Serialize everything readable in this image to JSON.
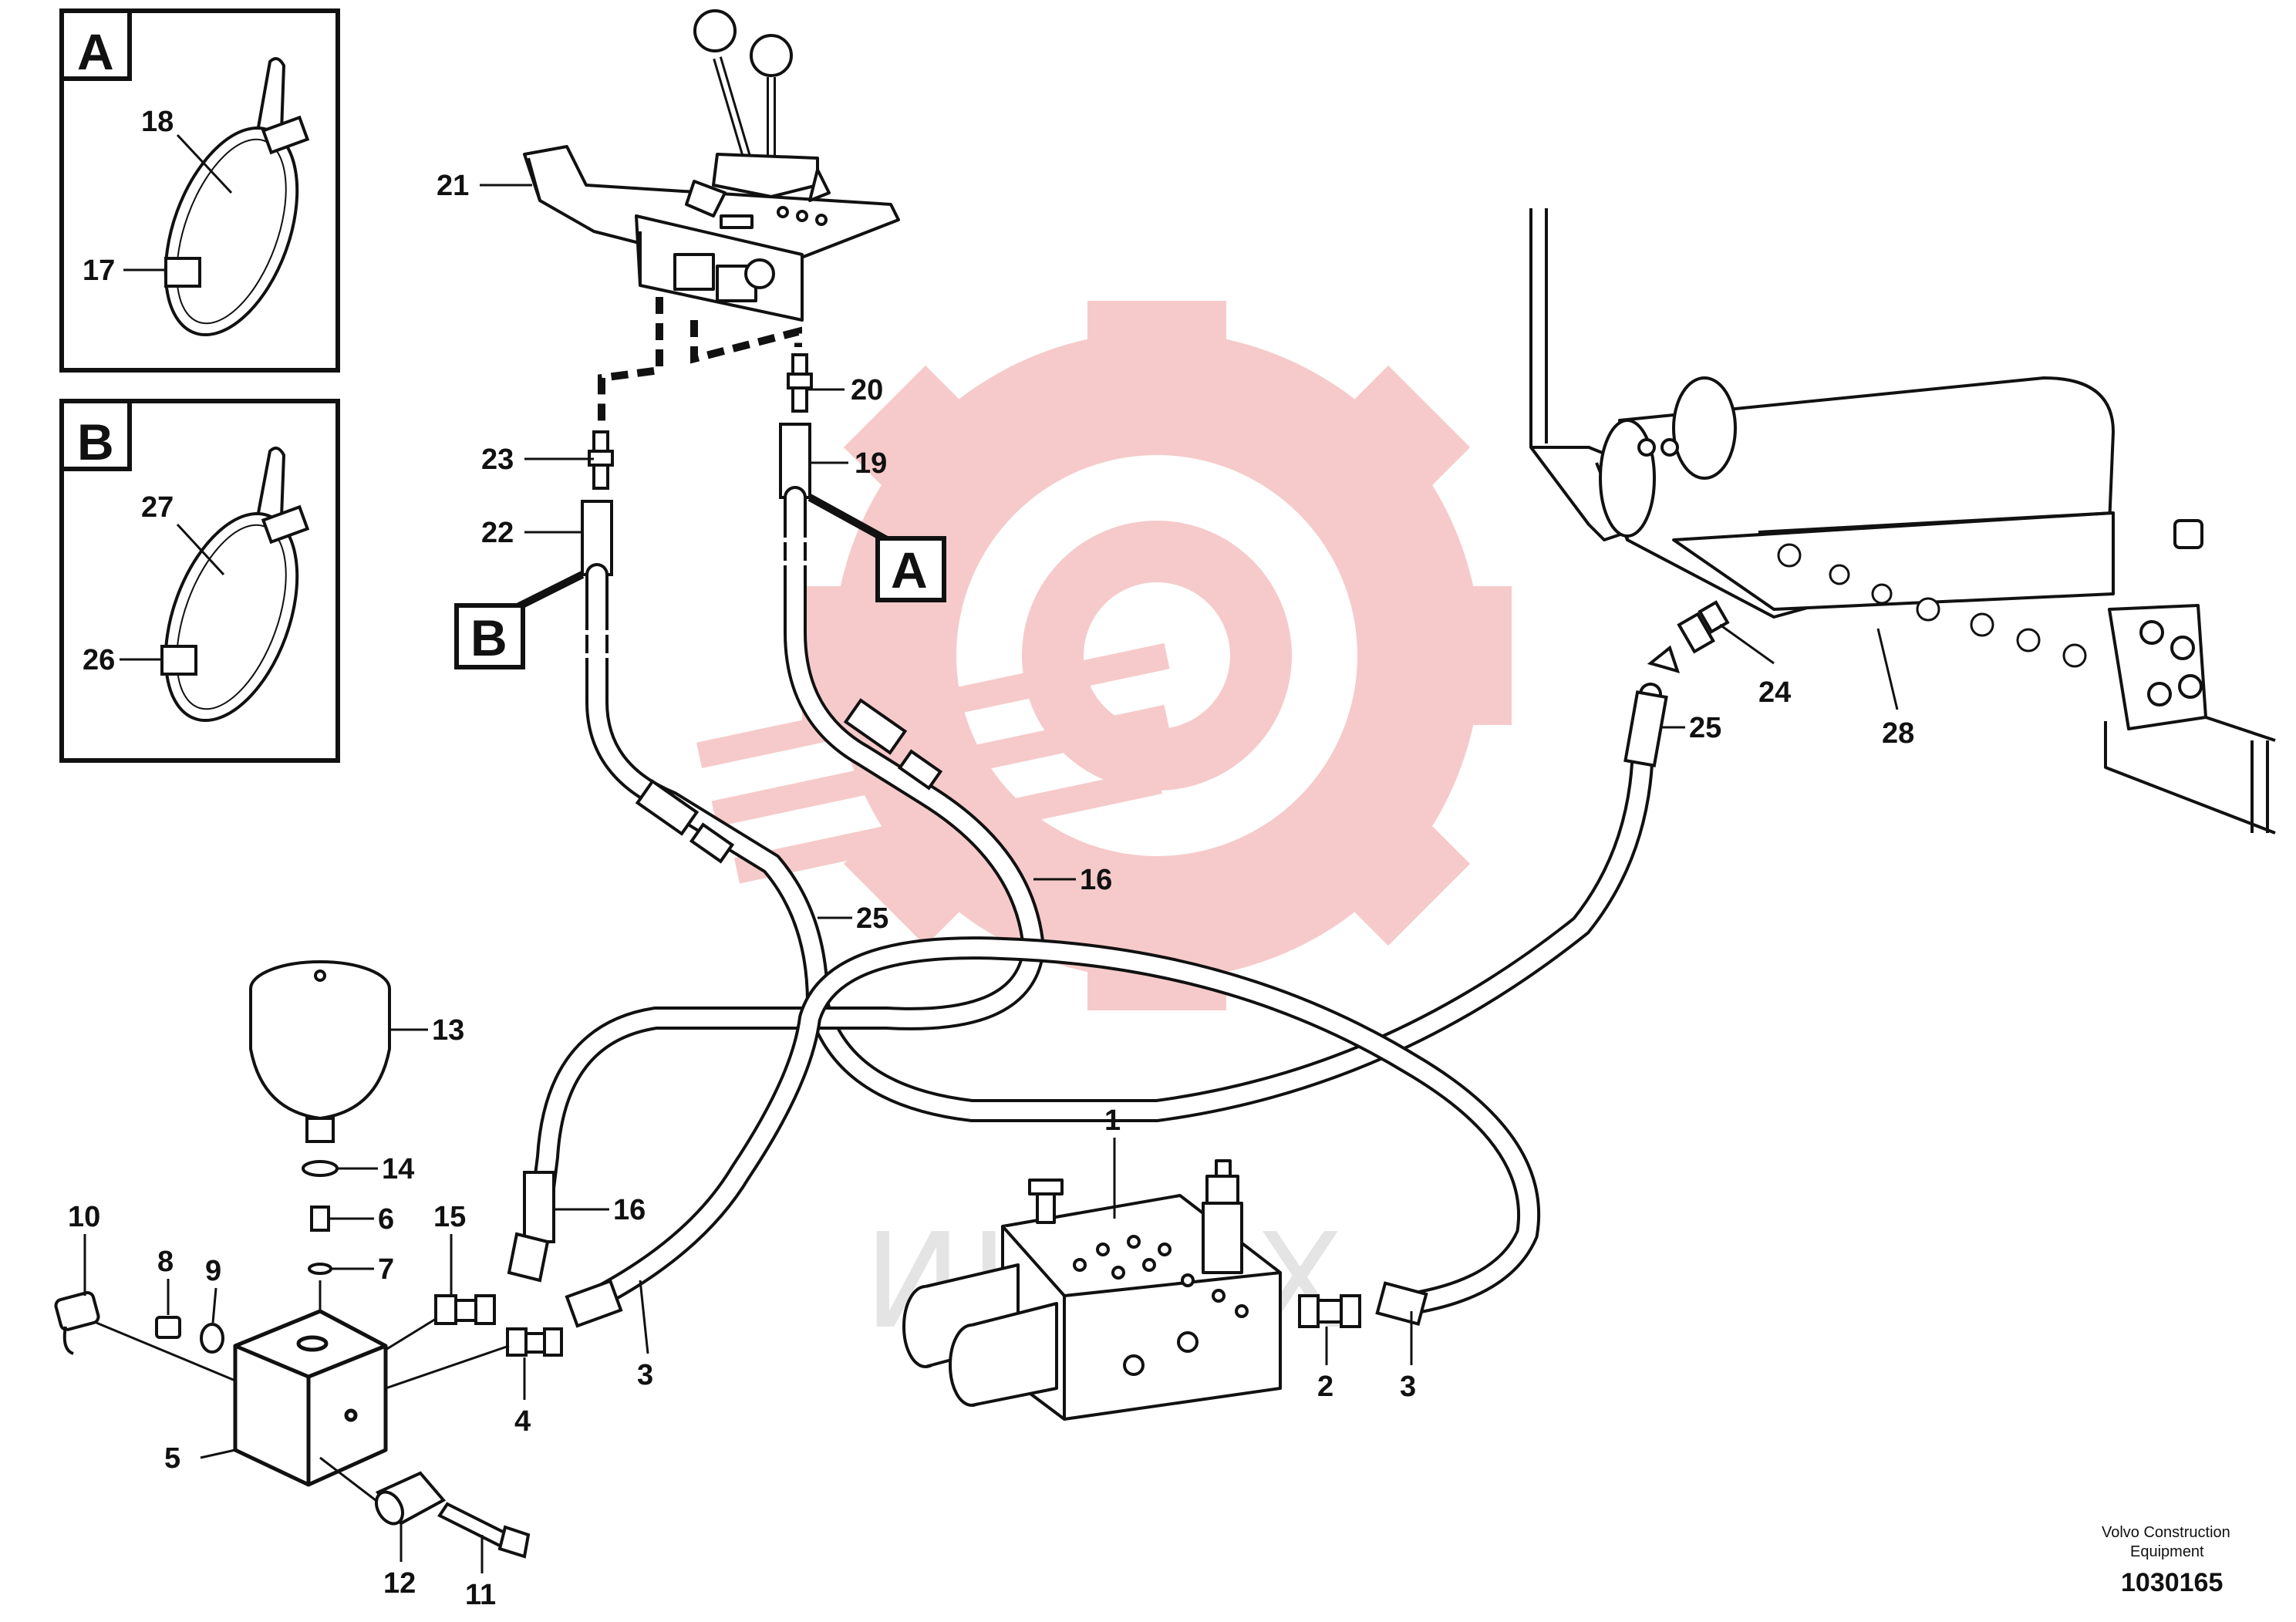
{
  "inset_a": {
    "letter": "A",
    "labels": [
      "18",
      "17"
    ]
  },
  "inset_b": {
    "letter": "B",
    "labels": [
      "27",
      "26"
    ]
  },
  "callouts": {
    "c1": "1",
    "c2": "2",
    "c3a": "3",
    "c3b": "3",
    "c4": "4",
    "c5": "5",
    "c6": "6",
    "c7": "7",
    "c8": "8",
    "c9": "9",
    "c10": "10",
    "c11": "11",
    "c12": "12",
    "c13": "13",
    "c14": "14",
    "c15": "15",
    "c16a": "16",
    "c16b": "16",
    "c19": "19",
    "c20": "20",
    "c21": "21",
    "c22": "22",
    "c23": "23",
    "c24": "24",
    "c25a": "25",
    "c25b": "25",
    "c28": "28"
  },
  "tags": {
    "a": "A",
    "b": "B"
  },
  "watermark": "ИНТЕХ",
  "credit": {
    "line1": "Volvo Construction",
    "line2": "Equipment"
  },
  "drawing_number": "1030165",
  "colors": {
    "line": "#111111",
    "watermark_red": "#f6caca",
    "watermark_grey": "#e4e4e4"
  }
}
